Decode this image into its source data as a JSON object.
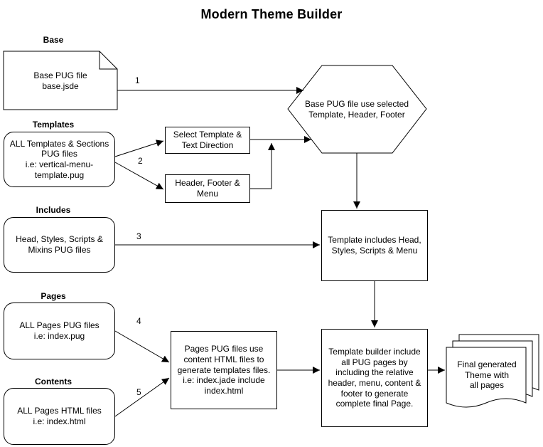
{
  "title": "Modern Theme Builder",
  "labels": {
    "base": "Base",
    "templates": "Templates",
    "includes": "Includes",
    "pages": "Pages",
    "contents": "Contents"
  },
  "steps": {
    "s1": "1",
    "s2": "2",
    "s3": "3",
    "s4": "4",
    "s5": "5"
  },
  "nodes": {
    "base_doc": "Base PUG file\nbase.jsde",
    "hexagon": "Base PUG file use selected\nTemplate, Header, Footer",
    "templates_src": "ALL Templates & Sections\nPUG files\ni.e: vertical-menu-\ntemplate.pug",
    "select_template": "Select Template &\nText Direction",
    "header_footer": "Header, Footer &\nMenu",
    "includes_src": "Head, Styles, Scripts &\nMixins PUG files",
    "template_includes": "Template includes Head,\nStyles, Scripts & Menu",
    "pages_src": "ALL Pages PUG files\ni.e: index.pug",
    "contents_src": "ALL Pages HTML files\ni.e: index.html",
    "pages_build": "Pages PUG files use\ncontent HTML files to\ngenerate templates files.\ni.e: index.jade include\nindex.html",
    "template_builder": "Template builder include\nall PUG pages by\nincluding the relative\nheader, menu, content &\nfooter to generate\ncomplete final Page.",
    "final_docs": "Final generated\nTheme with\nall pages"
  }
}
